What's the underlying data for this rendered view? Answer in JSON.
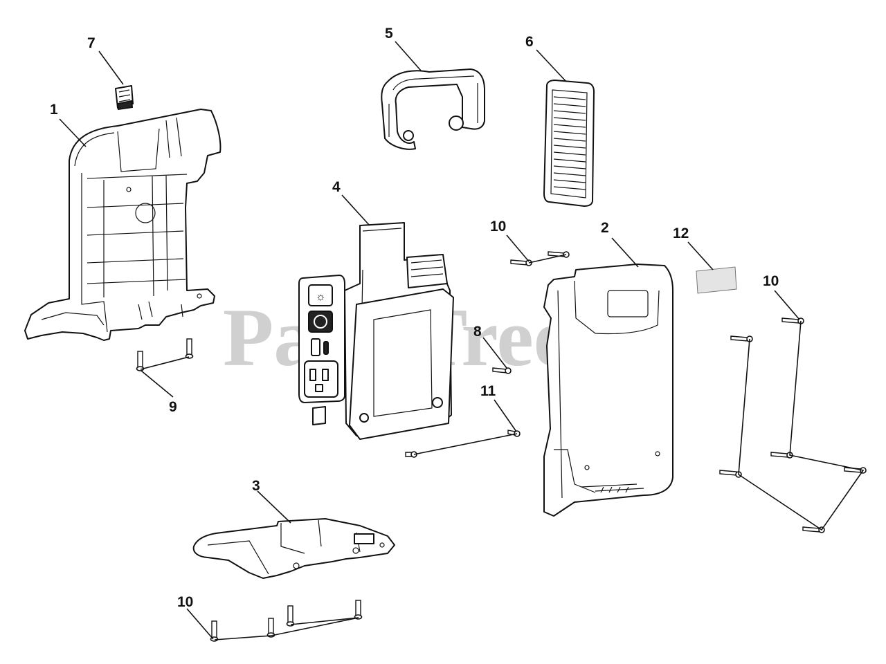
{
  "watermark": "PartsTree",
  "callouts": {
    "c1": "1",
    "c2": "2",
    "c3": "3",
    "c4": "4",
    "c5": "5",
    "c6": "6",
    "c7": "7",
    "c8": "8",
    "c9": "9",
    "c10a": "10",
    "c10b": "10",
    "c10c": "10",
    "c11": "11",
    "c12": "12"
  },
  "parts": [
    {
      "callout": "1",
      "icon": "rear-housing-icon"
    },
    {
      "callout": "2",
      "icon": "front-housing-icon"
    },
    {
      "callout": "3",
      "icon": "base-foot-icon"
    },
    {
      "callout": "4",
      "icon": "circuit-board-with-outlet-icon"
    },
    {
      "callout": "5",
      "icon": "carry-handle-icon"
    },
    {
      "callout": "6",
      "icon": "vent-grille-icon"
    },
    {
      "callout": "7",
      "icon": "small-clip-icon"
    },
    {
      "callout": "8",
      "icon": "screw-icon"
    },
    {
      "callout": "9",
      "icon": "screw-pair-icon"
    },
    {
      "callout": "10",
      "icon": "screw-set-icon"
    },
    {
      "callout": "11",
      "icon": "screw-pair-icon"
    },
    {
      "callout": "12",
      "icon": "label-icon"
    }
  ]
}
